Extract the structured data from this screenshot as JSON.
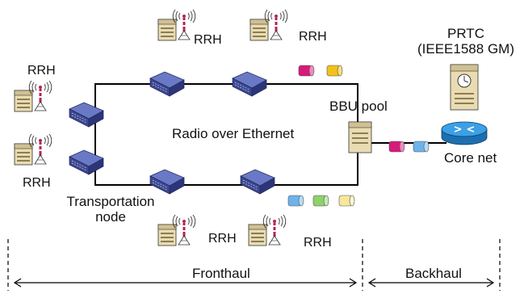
{
  "labels": {
    "rrh": "RRH",
    "ring": "Radio over Ethernet",
    "bbu": "BBU pool",
    "prtc_line1": "PRTC",
    "prtc_line2": "(IEEE1588 GM)",
    "core": "Core net",
    "transport_line1": "Transportation",
    "transport_line2": "node",
    "fronthaul": "Fronthaul",
    "backhaul": "Backhaul"
  },
  "icons": {
    "rrh_site": "rrh-site-icon",
    "switch": "transport-switch-icon",
    "bbu": "bbu-server-icon",
    "prtc": "prtc-clock-server-icon",
    "router": "core-router-icon",
    "packet": "packet-cylinder-icon"
  },
  "colors": {
    "packet_magenta": "#d8197a",
    "packet_yellow": "#f2c21a",
    "packet_blue": "#6fb2ea",
    "packet_green": "#8fd16b",
    "packet_cream": "#f6e79a",
    "switch_blue": "#4a57a6",
    "router_blue": "#2b8fd6"
  }
}
